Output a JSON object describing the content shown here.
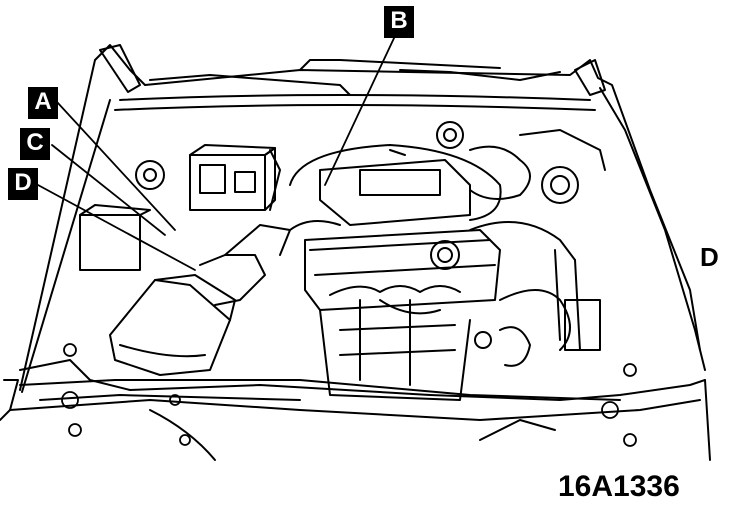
{
  "callouts": {
    "a": "A",
    "b": "B",
    "c": "C",
    "d": "D"
  },
  "edge_mark": "D",
  "figure_code": "16A1336",
  "colors": {
    "ink": "#000000",
    "paper": "#ffffff"
  }
}
